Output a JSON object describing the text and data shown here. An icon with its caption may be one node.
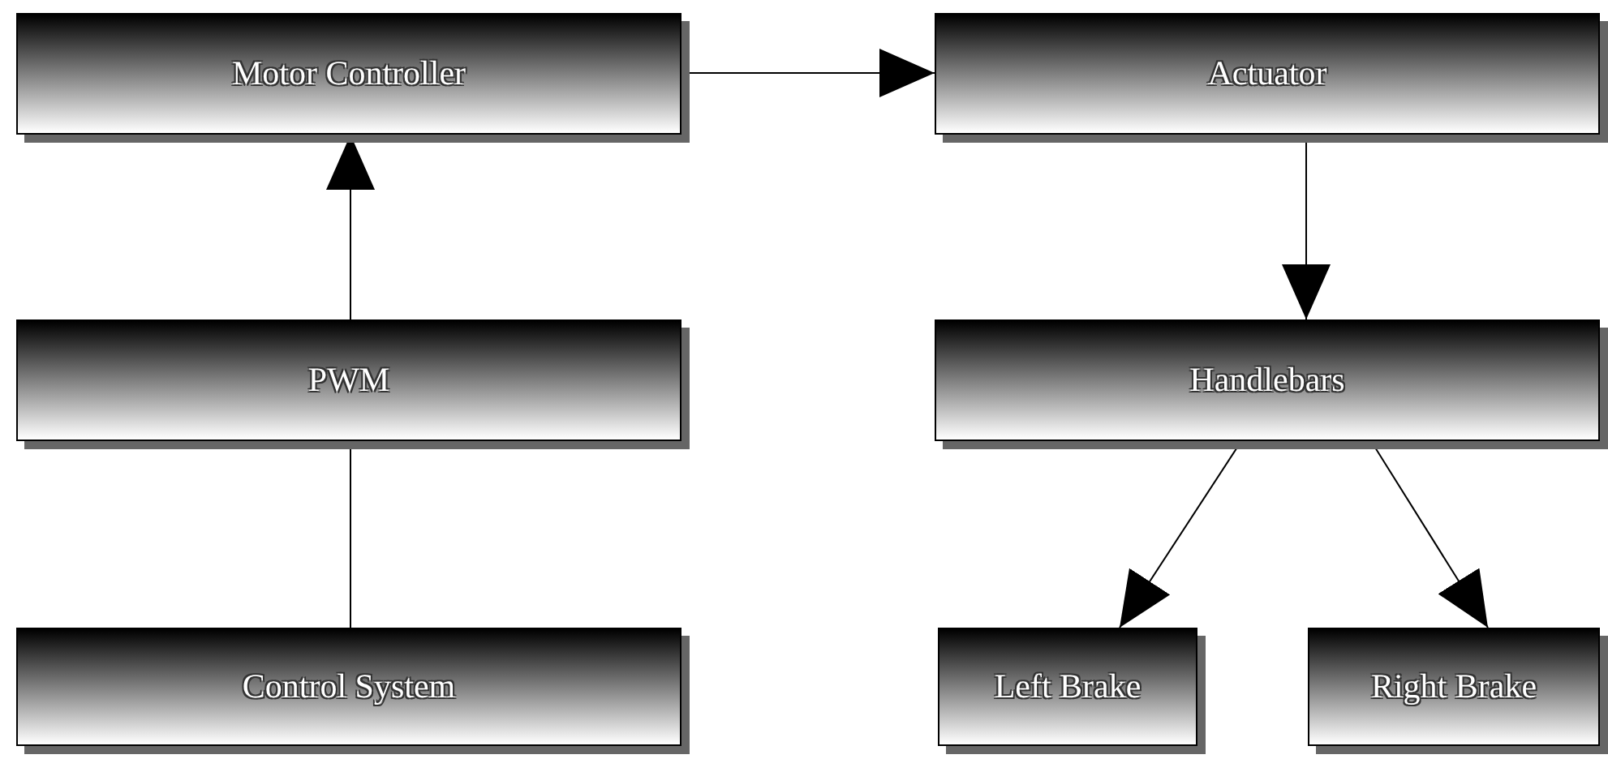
{
  "diagram": {
    "nodes": [
      {
        "text": [
          "Motor Controller"
        ]
      },
      {
        "text": [
          "Actuator"
        ]
      },
      {
        "text": [
          "PWM"
        ]
      },
      {
        "text": [
          "Handlebars"
        ]
      },
      {
        "text": [
          "Control System"
        ]
      },
      {
        "text": [
          "Left Brake"
        ]
      },
      {
        "text": [
          "Right Brake"
        ]
      }
    ],
    "edges": [
      {
        "from": 0,
        "to": 1,
        "arrow": "to"
      },
      {
        "from": 1,
        "to": 3,
        "arrow": "to"
      },
      {
        "from": 2,
        "to": 0,
        "arrow": "to"
      },
      {
        "from": 4,
        "to": 2,
        "arrow": "none"
      },
      {
        "from": 3,
        "to": 5,
        "arrow": "to"
      },
      {
        "from": 3,
        "to": 6,
        "arrow": "to"
      }
    ]
  }
}
